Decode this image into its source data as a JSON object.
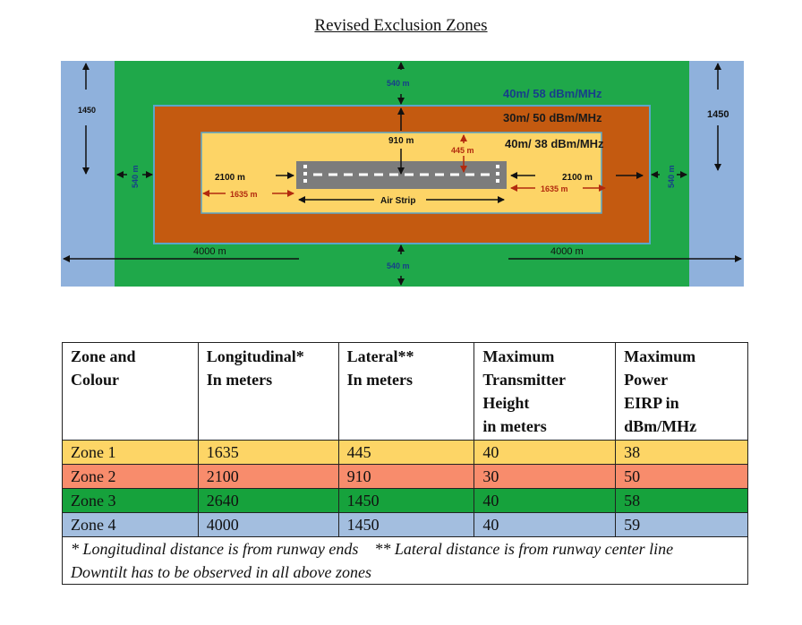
{
  "title": "Revised Exclusion Zones",
  "diagram": {
    "zone_labels": [
      "40m/ 58 dBm/MHz",
      "30m/ 50 dBm/MHz",
      "40m/ 38 dBm/MHz"
    ],
    "lateral_540": "540 m",
    "outer_lateral": "1450",
    "d910": "910 m",
    "d445": "445 m",
    "d2100": "2100 m",
    "d1635": "1635 m",
    "airstrip": "Air Strip",
    "d4000": "4000 m",
    "colors": {
      "zone4": "#8fb1dc",
      "zone3": "#1fa84a",
      "zone2": "#c45a10",
      "zone1": "#fdd466",
      "runway": "#7c7c7c",
      "arrow_dark": "#111111",
      "arrow_red": "#b22a0e",
      "label_blue": "#173e8a"
    }
  },
  "table": {
    "headers": [
      [
        "Zone and",
        "Colour"
      ],
      [
        "Longitudinal*",
        "In meters"
      ],
      [
        "Lateral**",
        "In meters"
      ],
      [
        "Maximum",
        "Transmitter",
        "Height",
        "in meters"
      ],
      [
        "Maximum",
        "Power",
        "EIRP in",
        "dBm/MHz"
      ]
    ],
    "rows": [
      {
        "cells": [
          "Zone 1",
          "1635",
          "445",
          "40",
          "38"
        ],
        "color": "#fdd566"
      },
      {
        "cells": [
          "Zone 2",
          "2100",
          "910",
          "30",
          "50"
        ],
        "color": "#f88c6c"
      },
      {
        "cells": [
          "Zone 3",
          "2640",
          "1450",
          "40",
          "58"
        ],
        "color": "#16a23c"
      },
      {
        "cells": [
          "Zone 4",
          "4000",
          "1450",
          "40",
          "59"
        ],
        "color": "#a3bedf"
      }
    ],
    "footnote1a": "* Longitudinal distance is from runway ends",
    "footnote1b": "** Lateral distance is from runway center line",
    "footnote2": "Downtilt has to be observed in all above zones"
  }
}
